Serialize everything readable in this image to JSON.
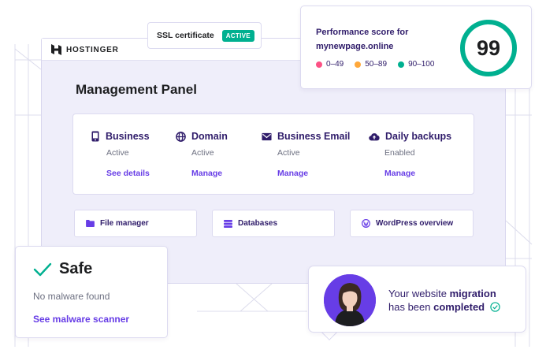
{
  "brand": {
    "name": "HOSTINGER"
  },
  "panel": {
    "title": "Management Panel",
    "services": [
      {
        "name": "Business",
        "status": "Active",
        "link": "See details",
        "icon": "phone-icon"
      },
      {
        "name": "Domain",
        "status": "Active",
        "link": "Manage",
        "icon": "globe-icon"
      },
      {
        "name": "Business Email",
        "status": "Active",
        "link": "Manage",
        "icon": "mail-icon"
      },
      {
        "name": "Daily backups",
        "status": "Enabled",
        "link": "Manage",
        "icon": "cloud-upload-icon"
      }
    ],
    "tools": [
      {
        "label": "File manager",
        "icon": "folder-icon"
      },
      {
        "label": "Databases",
        "icon": "database-icon"
      },
      {
        "label": "WordPress overview",
        "icon": "wordpress-icon"
      }
    ]
  },
  "ssl": {
    "label": "SSL certificate",
    "status": "ACTIVE"
  },
  "performance": {
    "title_line1": "Performance score for",
    "title_line2": "mynewpage.online",
    "score": "99",
    "legend": [
      {
        "label": "0–49",
        "color": "#fc5185"
      },
      {
        "label": "50–89",
        "color": "#ffa83a"
      },
      {
        "label": "90–100",
        "color": "#00b090"
      }
    ]
  },
  "security": {
    "title": "Safe",
    "subtitle": "No malware found",
    "link": "See malware scanner"
  },
  "migration": {
    "line1_prefix": "Your website ",
    "line1_bold": "migration",
    "line2_prefix": "has been ",
    "line2_bold": "completed"
  },
  "colors": {
    "primary": "#673de6",
    "navy": "#2f1c6a",
    "success": "#00b090",
    "panel_bg": "#efeefa"
  }
}
